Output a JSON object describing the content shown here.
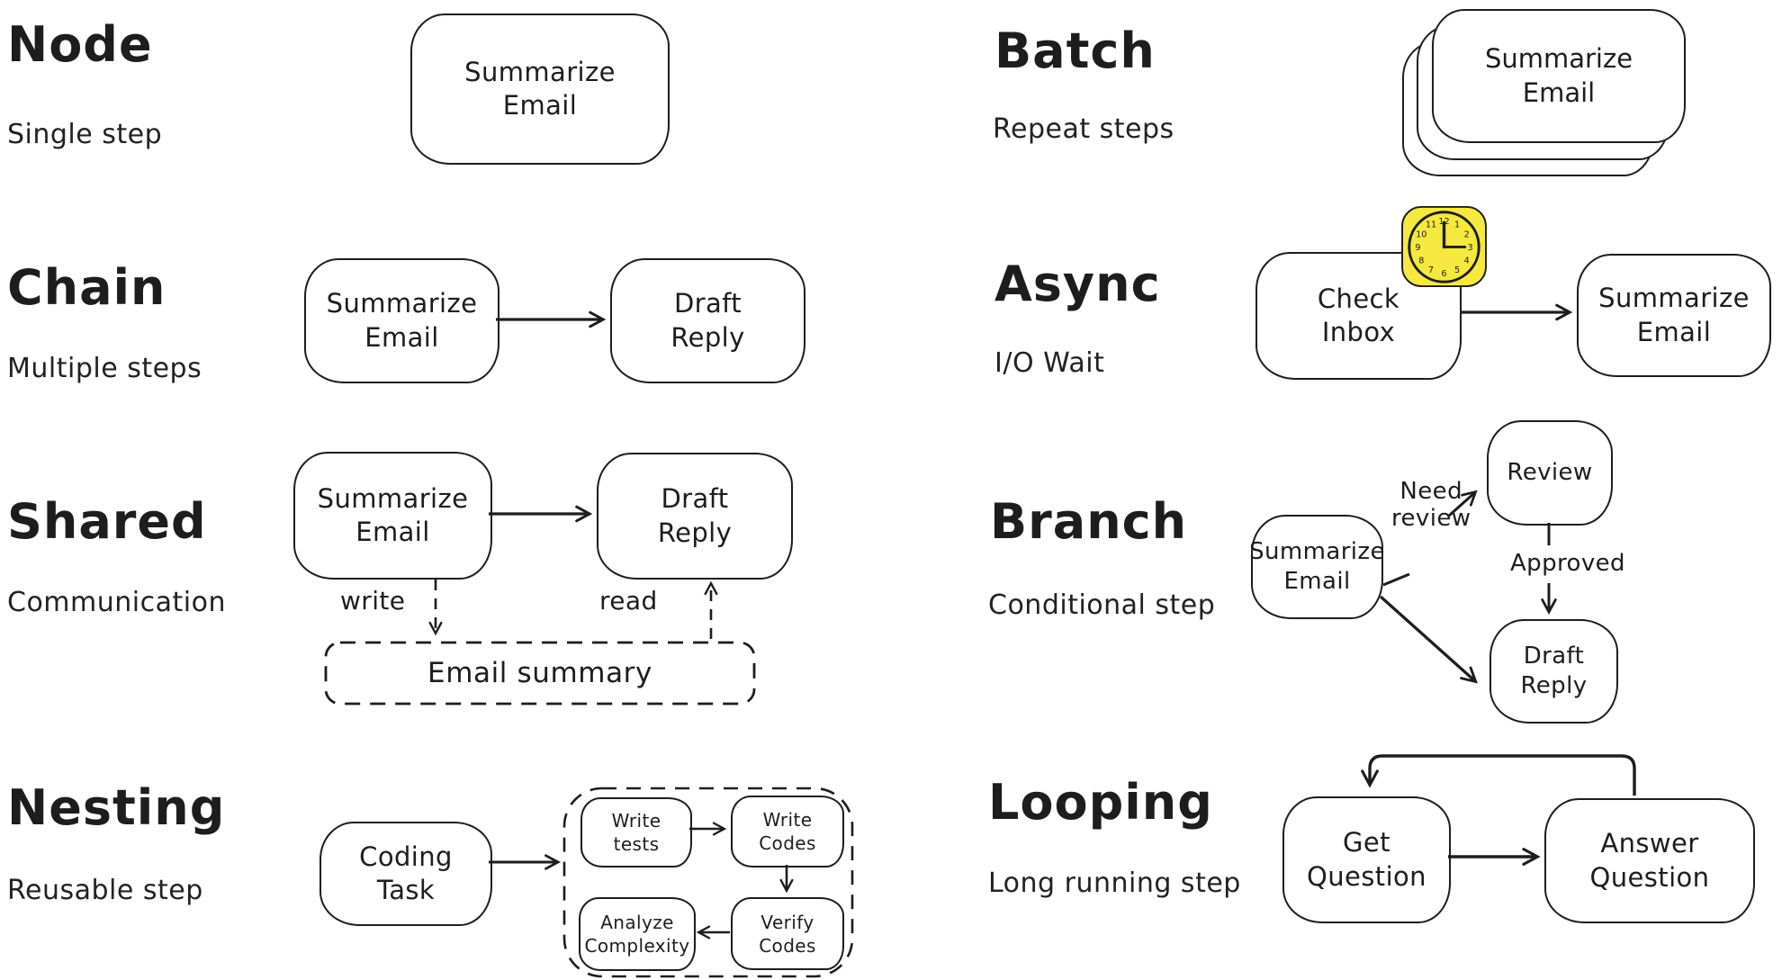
{
  "canvas": {
    "background": "#ffffff",
    "ink": "#1d1d1d",
    "clock_yellow": "#f5e93f"
  },
  "sections": {
    "node": {
      "title": "Node",
      "subtitle": "Single step",
      "box": "Summarize Email"
    },
    "chain": {
      "title": "Chain",
      "subtitle": "Multiple steps",
      "box1": "Summarize Email",
      "box2": "Draft Reply"
    },
    "shared": {
      "title": "Shared",
      "subtitle": "Communication",
      "box1": "Summarize Email",
      "box2": "Draft Reply",
      "write_label": "write",
      "read_label": "read",
      "store": "Email summary"
    },
    "nesting": {
      "title": "Nesting",
      "subtitle": "Reusable step",
      "box": "Coding Task",
      "sub1": "Write tests",
      "sub2": "Write Codes",
      "sub3": "Analyze Complexity",
      "sub4": "Verify Codes"
    },
    "batch": {
      "title": "Batch",
      "subtitle": "Repeat steps",
      "box": "Summarize Email"
    },
    "async": {
      "title": "Async",
      "subtitle": "I/O Wait",
      "box1": "Check Inbox",
      "box2": "Summarize Email",
      "clock_numerals": [
        "12",
        "1",
        "2",
        "3",
        "4",
        "5",
        "6",
        "7",
        "8",
        "9",
        "10",
        "11"
      ]
    },
    "branch": {
      "title": "Branch",
      "subtitle": "Conditional step",
      "box1": "Summarize Email",
      "box2": "Review",
      "box3": "Draft Reply",
      "label_need": "Need review",
      "label_approved": "Approved"
    },
    "looping": {
      "title": "Looping",
      "subtitle": "Long running step",
      "box1": "Get Question",
      "box2": "Answer Question"
    }
  }
}
